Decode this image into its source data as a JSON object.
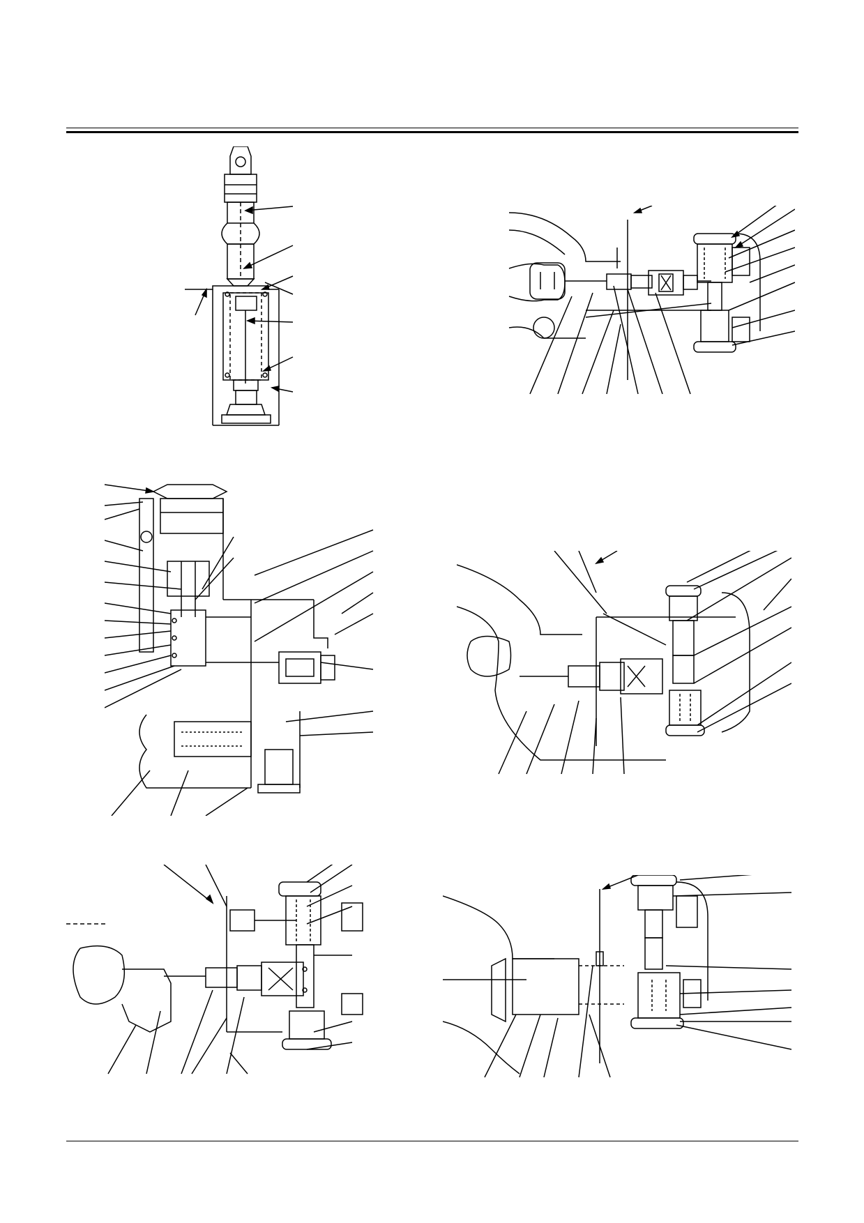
{
  "page": {
    "header_rules": "double",
    "footer_rules": "single",
    "printed_text": []
  },
  "figures": [
    {
      "id": "spool-upper-left",
      "kind": "vertical spool section"
    },
    {
      "id": "valve-upper-right",
      "kind": "relief valve cross-section"
    },
    {
      "id": "valve-middle-left",
      "kind": "valve body cross-section"
    },
    {
      "id": "valve-middle-right",
      "kind": "relief valve cross-section"
    },
    {
      "id": "valve-lower-left",
      "kind": "relief valve cross-section"
    },
    {
      "id": "valve-lower-right",
      "kind": "relief valve cross-section"
    }
  ],
  "colors": {
    "line": "#000000",
    "paper": "#ffffff"
  }
}
